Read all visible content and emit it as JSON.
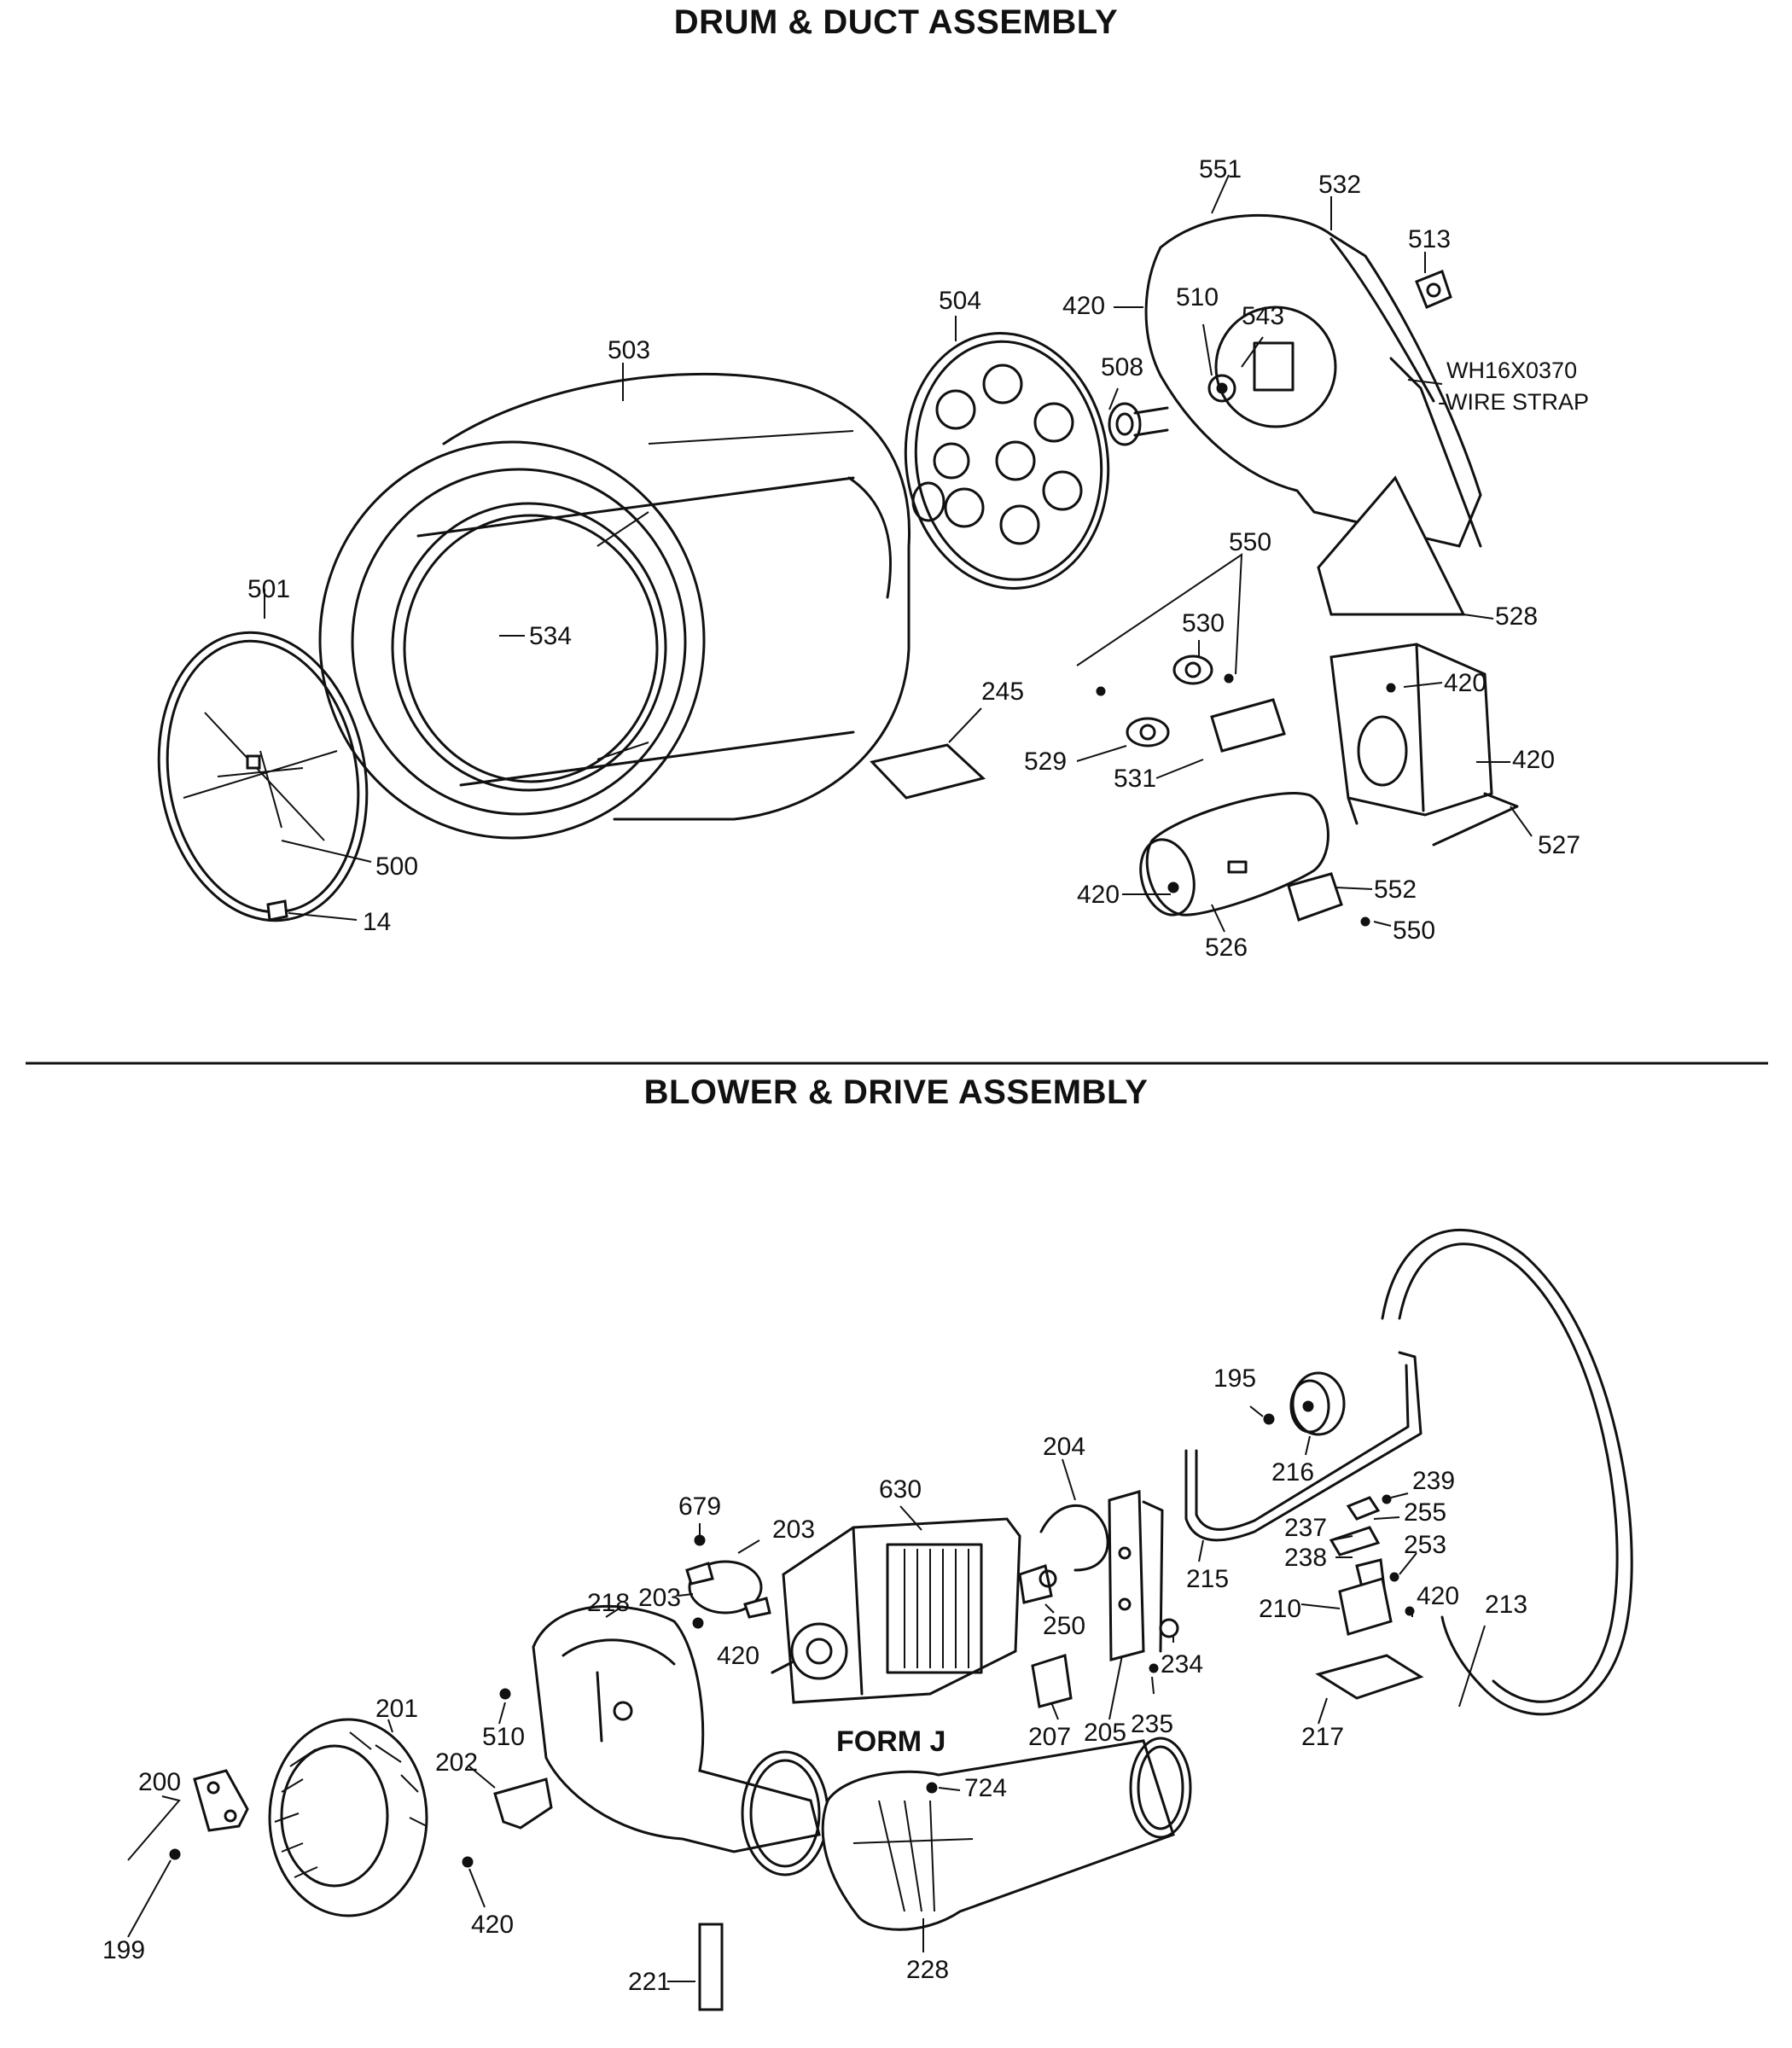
{
  "headings": {
    "top": "DRUM & DUCT ASSEMBLY",
    "bottom": "BLOWER & DRIVE ASSEMBLY"
  },
  "top_labels": {
    "p551": "551",
    "p532": "532",
    "p513": "513",
    "p504": "504",
    "p420a": "420",
    "p510": "510",
    "p543": "543",
    "p503": "503",
    "p508": "508",
    "wh": "WH16X0370",
    "wirestrap": "-WIRE STRAP",
    "p550a": "550",
    "p530": "530",
    "p528": "528",
    "p501": "501",
    "p534": "534",
    "p245": "245",
    "p420b": "420",
    "p529": "529",
    "p531": "531",
    "p420c": "420",
    "p527": "527",
    "p500": "500",
    "p420d": "420",
    "p552": "552",
    "p14": "14",
    "p550b": "550",
    "p526": "526"
  },
  "bottom_labels": {
    "p195": "195",
    "p216": "216",
    "p239": "239",
    "p255": "255",
    "p237": "237",
    "p253": "253",
    "p238": "238",
    "p204": "204",
    "p679": "679",
    "p630": "630",
    "p203a": "203",
    "p203b": "203",
    "p218": "218",
    "p250": "250",
    "p215": "215",
    "p210": "210",
    "p420e": "420",
    "p213": "213",
    "p420f": "420",
    "p234": "234",
    "p201": "201",
    "p510b": "510",
    "p207": "207",
    "p205": "205",
    "p235": "235",
    "p217": "217",
    "form": "FORM J",
    "p724": "724",
    "p200": "200",
    "p202": "202",
    "p199": "199",
    "p420g": "420",
    "p221": "221",
    "p228": "228"
  }
}
